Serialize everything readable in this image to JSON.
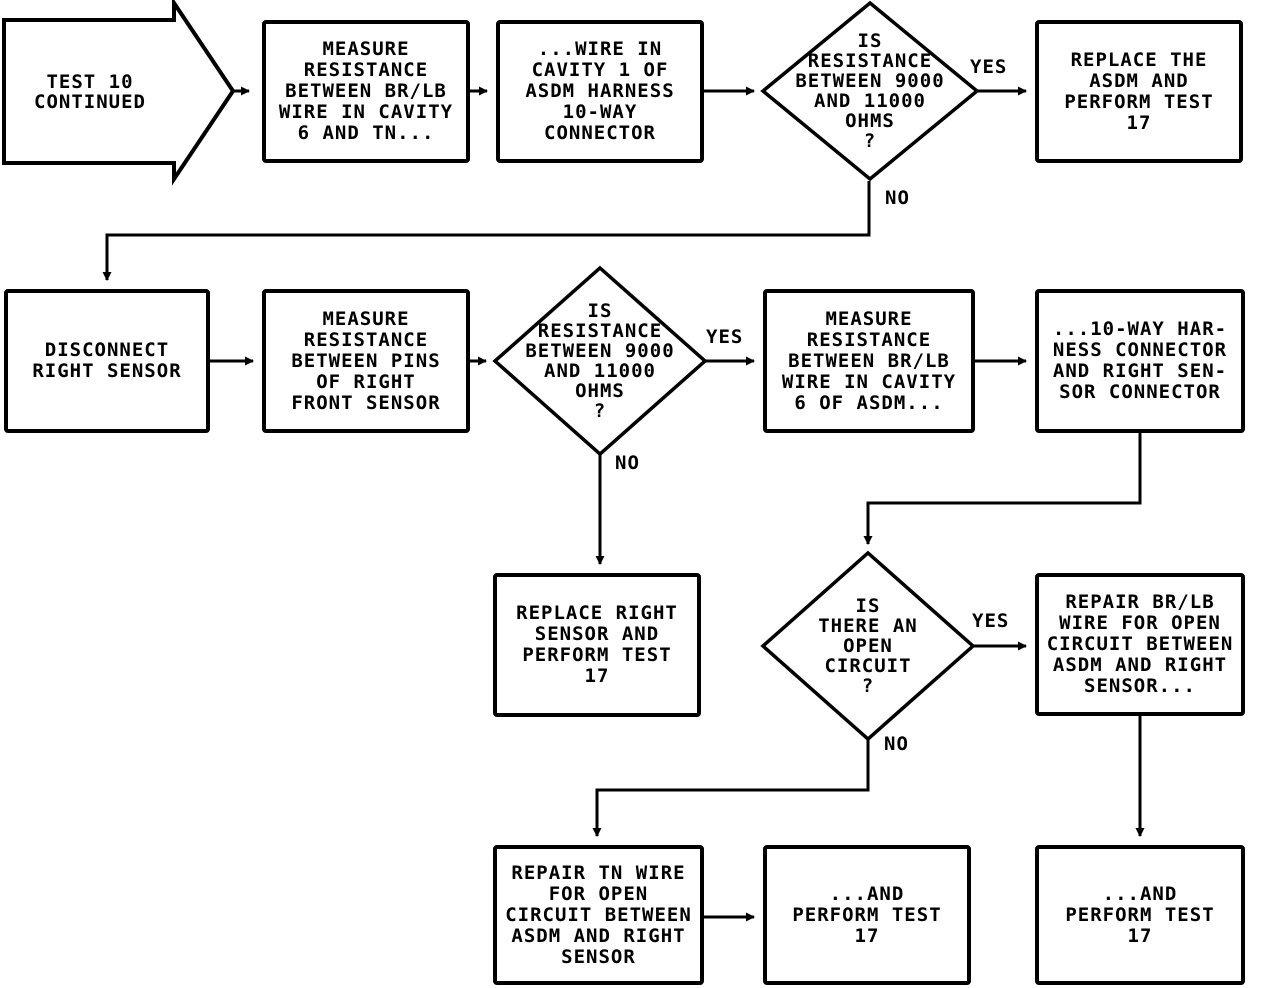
{
  "colors": {
    "ink": "#000000",
    "paper": "#ffffff"
  },
  "nodes": {
    "start": {
      "type": "offpage_connector",
      "lines": [
        "TEST 10",
        "CONTINUED"
      ]
    },
    "measure_brlb_cavity6_tn": {
      "type": "process",
      "lines": [
        "MEASURE",
        "RESISTANCE",
        "BETWEEN BR/LB",
        "WIRE IN CAVITY",
        "6 AND TN..."
      ]
    },
    "wire_cavity1_asdm": {
      "type": "process",
      "lines": [
        "...WIRE IN",
        "CAVITY 1 OF",
        "ASDM HARNESS",
        "10-WAY",
        "CONNECTOR"
      ]
    },
    "decision_resistance_1": {
      "type": "decision",
      "lines": [
        "IS",
        "RESISTANCE",
        "BETWEEN 9000",
        "AND 11000",
        "OHMS",
        "?"
      ]
    },
    "replace_asdm": {
      "type": "process",
      "lines": [
        "REPLACE THE",
        "ASDM AND",
        "PERFORM TEST",
        "17"
      ]
    },
    "disconnect_right_sensor": {
      "type": "process",
      "lines": [
        "DISCONNECT",
        "RIGHT SENSOR"
      ]
    },
    "measure_pins_right_front": {
      "type": "process",
      "lines": [
        "MEASURE",
        "RESISTANCE",
        "BETWEEN PINS",
        "OF RIGHT",
        "FRONT SENSOR"
      ]
    },
    "decision_resistance_2": {
      "type": "decision",
      "lines": [
        "IS",
        "RESISTANCE",
        "BETWEEN 9000",
        "AND 11000",
        "OHMS",
        "?"
      ]
    },
    "measure_brlb_cavity6_asdm": {
      "type": "process",
      "lines": [
        "MEASURE",
        "RESISTANCE",
        "BETWEEN BR/LB",
        "WIRE IN CAVITY",
        "6 OF ASDM..."
      ]
    },
    "harness_and_sensor_connector": {
      "type": "process",
      "lines": [
        "...10-WAY HAR-",
        "NESS CONNECTOR",
        "AND RIGHT SEN-",
        "SOR CONNECTOR"
      ]
    },
    "replace_right_sensor": {
      "type": "process",
      "lines": [
        "REPLACE RIGHT",
        "SENSOR AND",
        "PERFORM TEST",
        "17"
      ]
    },
    "decision_open_circuit": {
      "type": "decision",
      "lines": [
        "IS",
        "THERE AN",
        "OPEN",
        "CIRCUIT",
        "?"
      ]
    },
    "repair_brlb_wire": {
      "type": "process",
      "lines": [
        "REPAIR BR/LB",
        "WIRE FOR OPEN",
        "CIRCUIT BETWEEN",
        "ASDM AND RIGHT",
        "SENSOR..."
      ]
    },
    "repair_tn_wire": {
      "type": "process",
      "lines": [
        "REPAIR TN WIRE",
        "FOR OPEN",
        "CIRCUIT BETWEEN",
        "ASDM AND RIGHT",
        "SENSOR"
      ]
    },
    "perform_test_17_mid": {
      "type": "process",
      "lines": [
        "...AND",
        "PERFORM TEST",
        "17"
      ]
    },
    "perform_test_17_right": {
      "type": "process",
      "lines": [
        "...AND",
        "PERFORM TEST",
        "17"
      ]
    }
  },
  "edge_labels": {
    "decision1_yes": "YES",
    "decision1_no": "NO",
    "decision2_yes": "YES",
    "decision2_no": "NO",
    "decision3_yes": "YES",
    "decision3_no": "NO"
  }
}
